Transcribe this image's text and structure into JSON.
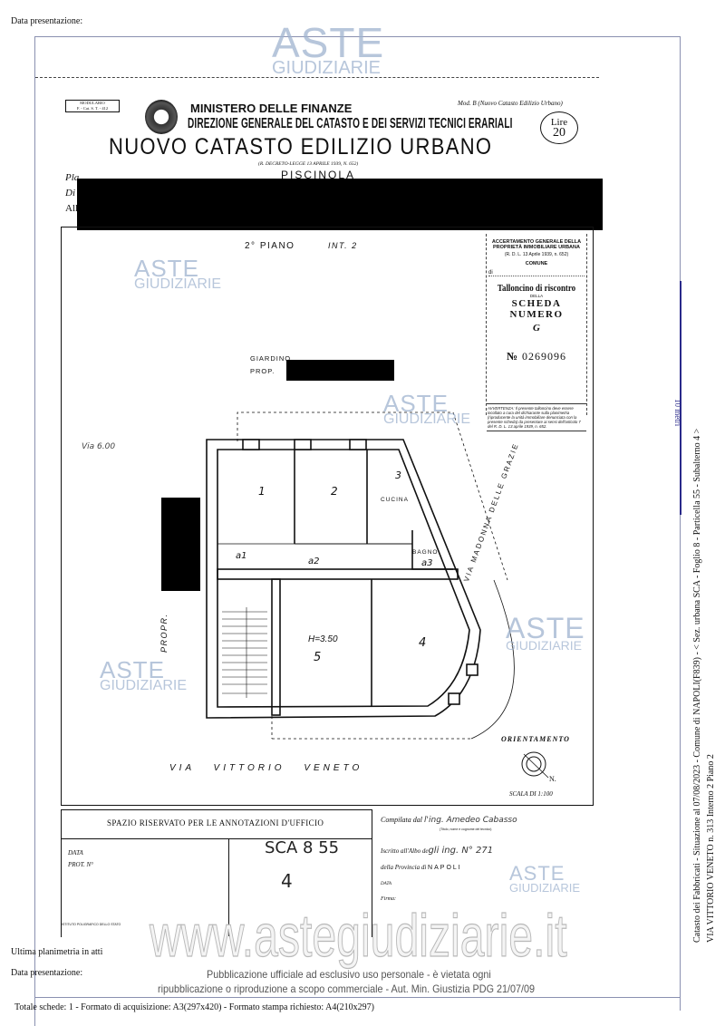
{
  "page_header": {
    "date_label": "Data presentazione:"
  },
  "form": {
    "modulario": "MODULARIO",
    "modulario_code": "F. - Cat. S. T. - 412",
    "ministry": "MINISTERO DELLE FINANZE",
    "directorate": "DIREZIONE GENERALE DEL CATASTO E DEI SERVIZI TECNICI ERARIALI",
    "title": "NUOVO CATASTO EDILIZIO URBANO",
    "decree": "(R. DECRETO-LEGGE 13 APRILE 1939, N. 652)",
    "mod": "Mod. B (Nuovo Catasto Edilizio Urbano)",
    "stamp_lire": "Lire",
    "stamp_value": "20",
    "row_labels": [
      "Pla",
      "Di",
      "All"
    ],
    "comune_handwritten": "PISCINOLA"
  },
  "floor_plan": {
    "floor_label": "2° PIANO",
    "interior_label": "INT. 2",
    "garden_label": "GIARDINO",
    "prop_label": "PROP.",
    "propr_label": "PROPR.",
    "street_bottom": "VIA VITTORIO VENETO",
    "street_side": "VIA MADONNA DELLE GRAZIE",
    "height_label": "H=3.50",
    "rooms": [
      "1",
      "2",
      "3",
      "4",
      "5",
      "a1",
      "a2",
      "a3"
    ],
    "kitchen_label": "CUCINA",
    "bath_label": "BAGNO",
    "orientation_label": "ORIENTAMENTO",
    "north_label": "N.",
    "scale_label": "SCALA DI 1:100",
    "note_left": "Via 6.00"
  },
  "talloncino": {
    "line1": "ACCERTAMENTO GENERALE DELLA",
    "line2": "PROPRIETÀ IMMOBILIARE URBANA",
    "line3": "(R. D. L. 13 Aprile 1939, n. 652)",
    "comune": "COMUNE",
    "di": "di",
    "title": "Talloncino di riscontro",
    "della": "DELLA",
    "scheda": "SCHEDA NUMERO",
    "letter": "G",
    "number_prefix": "№",
    "number": "0269096",
    "warning": "AVVERTENZA: Il presente talloncino deve essere incollato a cura del dichiarante sulla planimetria (riproducente la unità immobiliare denunciata con la presente scheda) da presentare ai sensi dell'articolo 7 del R. D. L. 13 aprile 1939, n. 652."
  },
  "annotations": {
    "title": "SPAZIO RISERVATO PER LE ANNOTAZIONI D'UFFICIO",
    "data_label": "DATA",
    "prot_label": "PROT. N°",
    "handwritten_code": "SCA 8 55",
    "handwritten_sub": "4",
    "printer": "ISTITUTO POLIGRAFICO DELLO STATO"
  },
  "compiler": {
    "compilata_label": "Compilata dal",
    "compilata_value": "l'ing. Amedeo Cabasso",
    "compilata_hint": "(Titolo, nome e cognome del tecnico)",
    "albo_label": "Iscritto all'Albo de",
    "albo_value": "gli ing. N° 271",
    "provincia_label": "della Provincia di",
    "provincia_value": "NAPOLI",
    "data_label": "DATA",
    "firma_label": "Firma:"
  },
  "side_info": {
    "scale_bar_label": "10 metri",
    "line1": "Catasto dei Fabbricati - Situazione al 07/08/2023 - Comune di NAPOLI(F839) - < Sez. urbana SCA - Foglio 8 - Particella 55 - Subalterno 4 >",
    "line2": "VIA VITTORIO VENETO n. 313 Interno 2 Piano 2"
  },
  "footer": {
    "last_plan": "Ultima planimetria in atti",
    "date_label": "Data presentazione:",
    "totals": "Totale schede: 1 - Formato di acquisizione: A3(297x420) - Formato stampa richiesto: A4(210x297)",
    "disclaimer_line1": "Pubblicazione ufficiale ad esclusivo uso personale - è vietata ogni",
    "disclaimer_line2": "ripubblicazione o riproduzione a scopo commerciale - Aut. Min. Giustizia PDG 21/07/09"
  },
  "watermark": {
    "brand_top": "ASTE",
    "brand_bottom": "GIUDIZIARIE",
    "url": "www.astegiudiziarie.it"
  }
}
